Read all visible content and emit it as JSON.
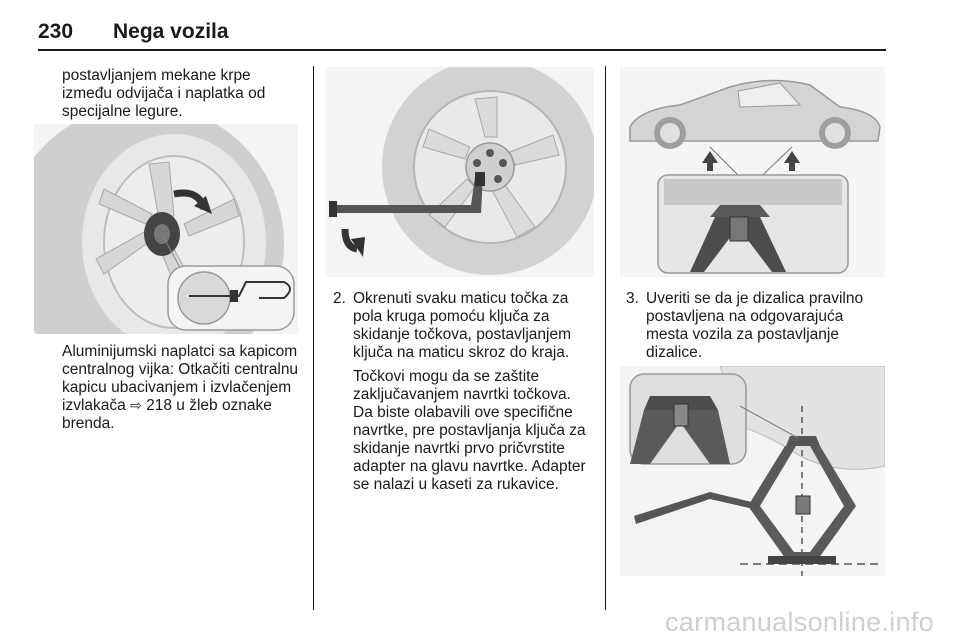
{
  "header": {
    "page_number": "230",
    "chapter_title": "Nega vozila"
  },
  "column1": {
    "intro_text": "postavljanjem mekane krpe između odvijača i naplatka od specijalne legure.",
    "paragraph": "Aluminijumski naplatci sa kapicom centralnog vijka: Otkačiti centralnu kapicu ubacivanjem i izvlačenjem izvlakača ",
    "reference_symbol": "⇨",
    "reference_rest": " 218 u žleb oznake brenda."
  },
  "column2": {
    "step_number": "2.",
    "step_text": "Okrenuti svaku maticu točka za pola kruga pomoću ključa za skidanje točkova, postavljanjem ključa na maticu skroz do kraja.",
    "note_text": "Točkovi mogu da se zaštite zaključavanjem navrtki točkova. Da biste olabavili ove specifične navrtke, pre postavljanja ključa za skidanje navrtki prvo pričvrstite adapter na glavu navrtke. Adapter se nalazi u kaseti za rukavice."
  },
  "column3": {
    "step_number": "3.",
    "step_text": "Uveriti se da je dizalica pravilno postavljena na odgovarajuća mesta vozila za postavljanje dizalice."
  },
  "footer": {
    "watermark": "carmanualsonline.info"
  },
  "colors": {
    "text": "#1a1a1a",
    "figure_bg": "#f4f4f4",
    "illustration_gray": "#c8c8c8",
    "illustration_dark": "#555555",
    "watermark": "#cfcfcf"
  },
  "icons": [
    "wheel-hubcap-illustration",
    "wheel-wrench-illustration",
    "car-jack-points-illustration",
    "jack-placement-illustration",
    "reference-arrow-icon"
  ]
}
